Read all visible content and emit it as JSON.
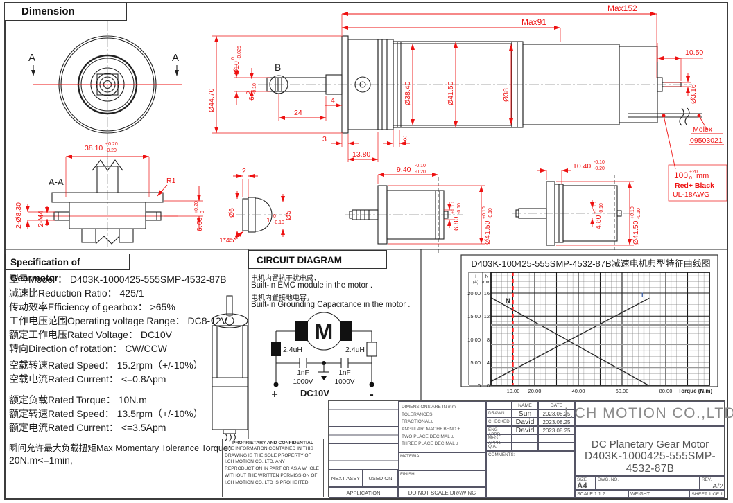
{
  "sections": {
    "dimension_title": "Dimension",
    "spec_title": "Specification of Gearmotor",
    "circuit_title": "CIRCUIT DIAGRAM"
  },
  "dims": {
    "viewA_left": "A",
    "viewA_right": "A",
    "sec_aa": "A-A",
    "detailB": "B",
    "dia4470": "Ø44.70",
    "dia10": "Ø10",
    "dia10_up": "0",
    "dia10_dn": "-0.025",
    "flat6": "6",
    "flat6_up": "0",
    "flat6_dn": "-0.10",
    "max152": "Max152",
    "max91": "Max91",
    "len24": "24",
    "len4": "4",
    "len3a": "3",
    "len3b": "3",
    "len1380": "13.80",
    "dia3840": "Ø38.40",
    "dia4150": "Ø41.50",
    "dia38": "Ø38",
    "len1050": "10.50",
    "dia316": "Ø3.16",
    "molex_line1": "Molex",
    "molex_line2": "09503021",
    "wire100": "100",
    "wire100_up": "+20",
    "wire100_dn": "0",
    "wire_mm": "mm",
    "wire_colors": "Red+ Black",
    "wire_awg": "UL-18AWG",
    "len3810": "38.10",
    "len3810_up": "+0.20",
    "len3810_dn": "-0.20",
    "holes830": "2-Ø8.30",
    "tap2m4": "2-M4",
    "r1": "R1",
    "len660": "6.60",
    "len660_up": "+0.20",
    "len660_dn": "0",
    "len2": "2",
    "dia6": "Ø6",
    "dia5": "Ø5",
    "len1": "1",
    "len1_up": "0",
    "len1_dn": "-0.10",
    "chamfer": "1*45°",
    "len940": "9.40",
    "len940_up": "-0.10",
    "len940_dn": "-0.20",
    "len680": "6.80",
    "len680_up": "+0.10",
    "len680_dn": "-0.10",
    "dia4150b": "Ø41.50",
    "dia4150b_up": "+0.10",
    "dia4150b_dn": "-0.10",
    "len1040": "10.40",
    "len1040_up": "-0.10",
    "len1040_dn": "-0.20",
    "len480": "4.80",
    "len480_up": "+0.10",
    "len480_dn": "-0.10",
    "dia4150c": "Ø41.50",
    "dia4150c_up": "+0.10",
    "dia4150c_dn": "-0.10"
  },
  "spec": {
    "lines": [
      "型号Model ： D403K-1000425-555SMP-4532-87B",
      "减速比Reduction Ratio： 425/1",
      "传动效率Efficiency of gearbox： >65%",
      "工作电压范围Operating voltage Range： DC8-12V",
      "额定工作电压Rated Voltage： DC10V",
      "转向Direction of rotation： CW/CCW",
      "空载转速Rated Speed： 15.2rpm（+/-10%）",
      "空载电流Rated Current： <=0.8Apm",
      "额定负载Rated  Torque： 10N.m",
      "额定转速Rated Speed： 13.5rpm（+/-10%）",
      "额定电流Rated Current： <=3.5Apm",
      "瞬间允许最大负载扭矩Max Momentary Tolerance Torque:",
      "20N.m<=1min,"
    ]
  },
  "circuit": {
    "notes": [
      "电机内置抗干扰电感，",
      "Built-in EMC module in the motor .",
      "电机内置接地电容，",
      "Built-in Grounding Capacitance in the motor ."
    ],
    "motor_label": "M",
    "inductor_left": "2.4uH",
    "inductor_right": "2.4uH",
    "cap_left_value": "1nF",
    "cap_left_voltage": "1000V",
    "cap_right_value": "1nF",
    "cap_right_voltage": "1000V",
    "plus": "+",
    "supply": "DC10V",
    "minus": "-"
  },
  "chart_data": {
    "type": "line",
    "title": "D403K-100425-555SMP-4532-87B减速电机典型特征曲线图",
    "xlabel": "Torque (N.m)",
    "x_ticks": [
      "10.00",
      "20.00",
      "40.00",
      "60.00",
      "80.00"
    ],
    "x_tick_values": [
      10,
      20,
      40,
      60,
      80
    ],
    "xlim": [
      0,
      100
    ],
    "grid": true,
    "axes_left": [
      {
        "name": "I",
        "unit": "(A)",
        "ticks": [
          "20.00",
          "15.00",
          "10.00",
          "5.00",
          "0"
        ],
        "lim": [
          0,
          20
        ]
      },
      {
        "name": "N",
        "unit": "(rpm)",
        "ticks": [
          "16",
          "12",
          "8",
          "4",
          "0"
        ],
        "lim": [
          0,
          16
        ]
      }
    ],
    "series": [
      {
        "name": "Speed N (rpm)",
        "label": "N",
        "axis": "N",
        "points": [
          [
            0,
            15.2
          ],
          [
            72,
            0
          ]
        ]
      },
      {
        "name": "Current I (A)",
        "label": "I",
        "axis": "I",
        "points": [
          [
            0,
            0.8
          ],
          [
            72.5,
            18.9
          ]
        ]
      }
    ],
    "rated_torque_marker": 10,
    "legend_position": "on-curve"
  },
  "proprietary": {
    "title": "PROPRIETARY AND CONFIDENTIAL",
    "body": "THE INFORMATION CONTAINED IN THIS DRAWING IS THE SOLE PROPERTY OF I.CH MOTION CO.,LTD.  ANY REPRODUCTION IN PART OR AS A WHOLE WITHOUT THE WRITTEN PERMISSION OF I.CH MOTION CO.,LTD IS PROHIBITED."
  },
  "title_block": {
    "tolerance_lines": [
      "DIMENSIONS ARE IN mm",
      "TOLERANCES:",
      "FRACTIONAL±",
      "ANGULAR: MACH±   BEND ±",
      "TWO PLACE DECIMAL    ±",
      "THREE PLACE DECIMAL  ±"
    ],
    "material_label": "MATERIAL",
    "finish_label": "FINISH",
    "do_not_scale": "DO NOT SCALE DRAWING",
    "next_assy": "NEXT ASSY",
    "used_on": "USED ON",
    "application": "APPLICATION",
    "name_header": "NAME",
    "date_header": "DATE",
    "rows": [
      {
        "label": "DRAWN",
        "name": "Sun",
        "date": "2023.08.25"
      },
      {
        "label": "CHECKED",
        "name": "David",
        "date": "2023.08.25"
      },
      {
        "label": "ENG APPR.",
        "name": "David",
        "date": "2023.08.25"
      },
      {
        "label": "MFG APPR.",
        "name": "",
        "date": ""
      },
      {
        "label": "Q.A.",
        "name": "",
        "date": ""
      }
    ],
    "comments_label": "COMMENTS:",
    "company": "I.CH MOTION CO.,LTD",
    "product_line1": "DC Planetary Gear Motor",
    "product_line2": "D403K-1000425-555SMP-4532-87B",
    "size_label": "SIZE",
    "size_value": "A4",
    "dwg_label": "DWG.  NO.",
    "rev_label": "REV.",
    "rev_value": "A/2",
    "scale_label": "SCALE:1:1.2",
    "weight_label": "WEIGHT:",
    "sheet_label": "SHEET 1 OF 1"
  },
  "colors": {
    "dimension_red": "#ee1111",
    "drawing_black": "#222222",
    "titleblock_gray": "#555555",
    "rated_line_red": "#ff2020"
  }
}
